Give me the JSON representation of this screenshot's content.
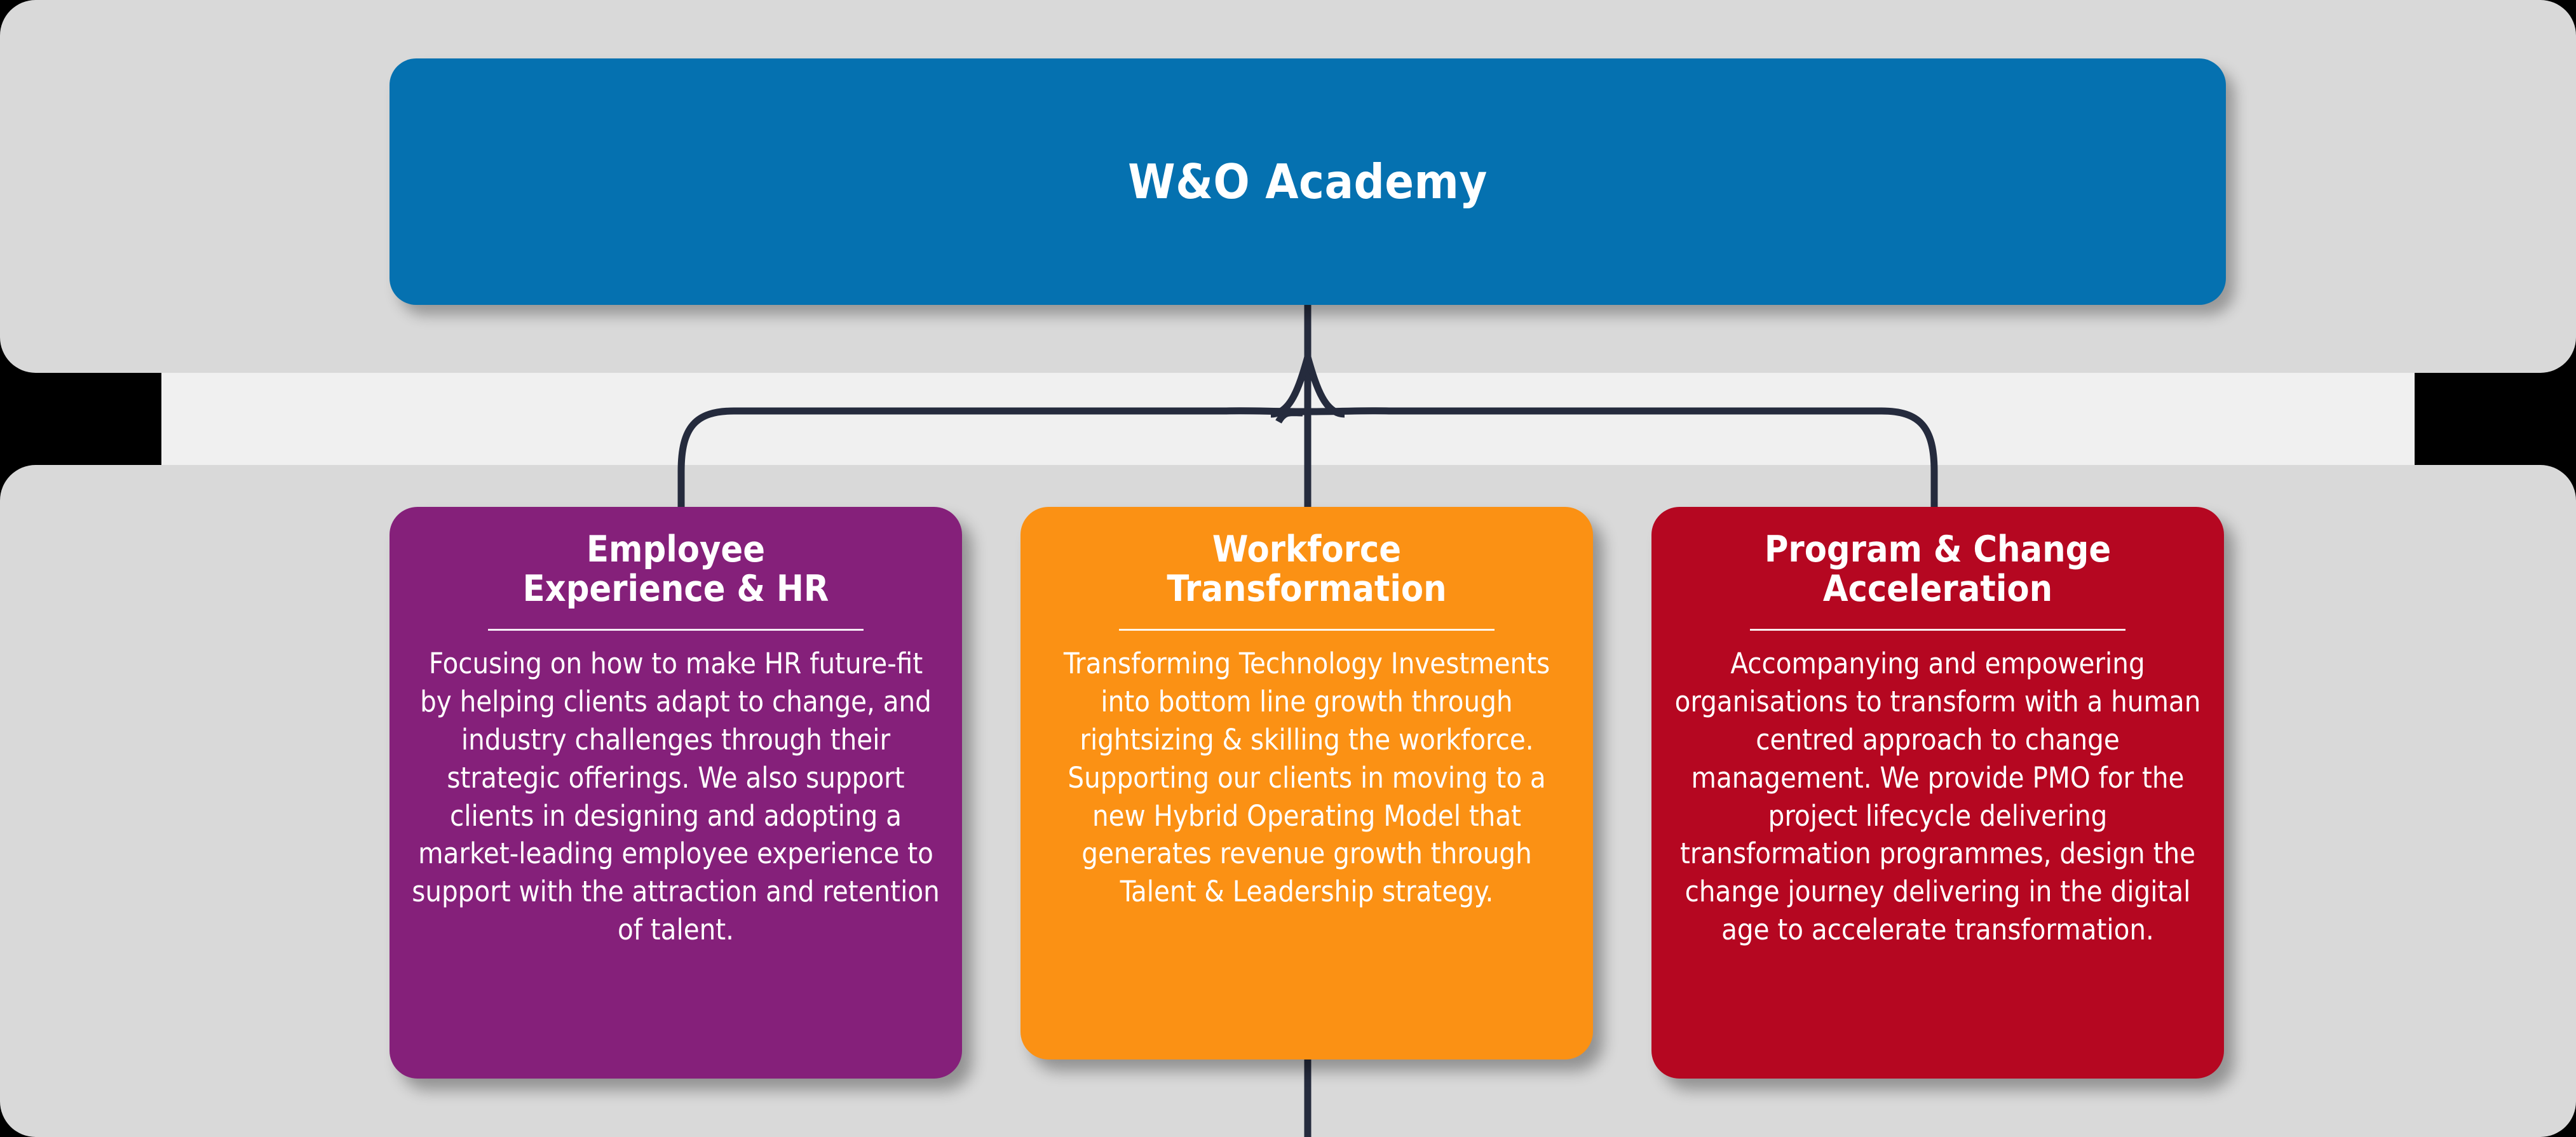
{
  "colors": {
    "page_background": "#000000",
    "panel_background": "#d9d9d9",
    "band_background": "#f0f0f0",
    "connector": "#252b3d",
    "root_node": "#0571b0",
    "card_employee_experience": "#85207a",
    "card_workforce_transformation": "#fb9114",
    "card_program_change": "#b50721",
    "text": "#ffffff"
  },
  "diagram": {
    "type": "org-hierarchy",
    "root": {
      "title": "W&O Academy",
      "color": "#0571b0"
    },
    "children": [
      {
        "title": "Employee\nExperience & HR",
        "body": "Focusing on how to make HR future-fit by helping clients adapt to change, and industry challenges through their strategic offerings. We also support clients in designing and adopting a market-leading employee experience to support with the attraction and retention of talent.",
        "color": "#85207a"
      },
      {
        "title": "Workforce\nTransformation",
        "body": "Transforming Technology Investments into bottom line growth through rightsizing & skilling the workforce. Supporting our clients in moving to a new Hybrid Operating Model that generates revenue growth through Talent & Leadership strategy.",
        "color": "#fb9114"
      },
      {
        "title": "Program & Change\nAcceleration",
        "body": "Accompanying and empowering organisations to transform with a human centred approach to change management. We provide PMO for the project lifecycle delivering transformation programmes, design the change journey delivering in the digital age to accelerate  transformation.",
        "color": "#b50721"
      }
    ]
  }
}
